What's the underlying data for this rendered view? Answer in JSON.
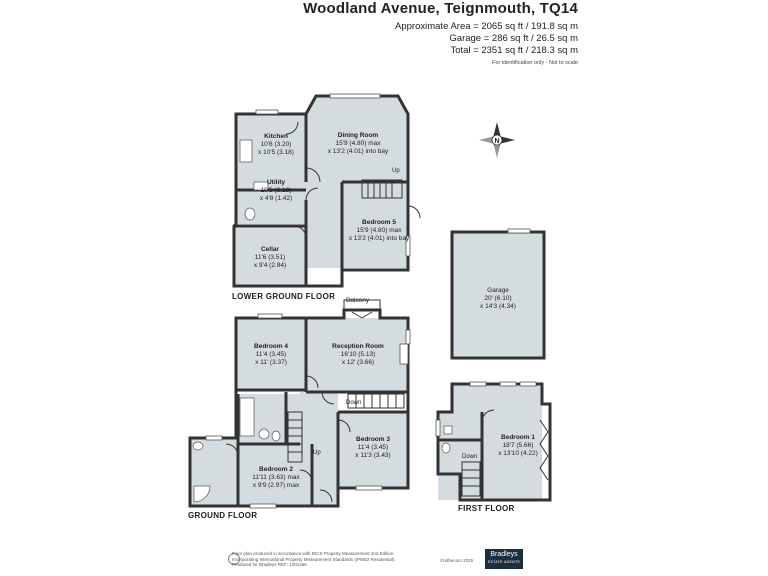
{
  "header": {
    "title": "Woodland Avenue, Teignmouth, TQ14",
    "approx_area": "Approximate Area = 2065 sq ft / 191.8 sq m",
    "garage_area": "Garage = 286 sq ft / 26.5 sq m",
    "total_area": "Total = 2351 sq ft / 218.3 sq m",
    "disclaimer": "For identification only - Not to scale"
  },
  "floors": {
    "lower_ground": "LOWER GROUND FLOOR",
    "ground": "GROUND FLOOR",
    "first": "FIRST FLOOR"
  },
  "rooms": {
    "kitchen": {
      "name": "Kitchen",
      "dim1": "10'6 (3.20)",
      "dim2": "x 10'5 (3.18)"
    },
    "dining": {
      "name": "Dining Room",
      "dim1": "15'9 (4.80) max",
      "dim2": "x 13'2 (4.01) into bay"
    },
    "utility": {
      "name": "Utility",
      "dim1": "10'5 (3.18)",
      "dim2": "x 4'8 (1.42)"
    },
    "bedroom5": {
      "name": "Bedroom 5",
      "dim1": "15'9 (4.80) max",
      "dim2": "x 13'2 (4.01) into bay"
    },
    "cellar": {
      "name": "Cellar",
      "dim1": "11'6 (3.51)",
      "dim2": "x 9'4 (2.84)"
    },
    "garage": {
      "name": "Garage",
      "dim1": "20' (6.10)",
      "dim2": "x 14'3 (4.34)"
    },
    "bedroom4": {
      "name": "Bedroom 4",
      "dim1": "11'4 (3.45)",
      "dim2": "x 11' (3.37)"
    },
    "reception": {
      "name": "Reception Room",
      "dim1": "16'10 (5.13)",
      "dim2": "x 12' (3.66)"
    },
    "bedroom3": {
      "name": "Bedroom 3",
      "dim1": "11'4 (3.45)",
      "dim2": "x 11'3 (3.43)"
    },
    "bedroom2": {
      "name": "Bedroom 2",
      "dim1": "11'11 (3.63) max",
      "dim2": "x 9'9 (2.97) max"
    },
    "bedroom1": {
      "name": "Bedroom 1",
      "dim1": "18'7 (5.66)",
      "dim2": "x 13'10 (4.22)"
    }
  },
  "labels": {
    "balcony": "Balcony",
    "up_lower": "Up",
    "down_ground": "Down",
    "up_ground": "Up",
    "down_first": "Down"
  },
  "footer": {
    "line1": "Floor plan produced in accordance with RICS Property Measurement 2nd Edition,",
    "line2": "Incorporating International Property Measurement Standards (IPMS2 Residential).",
    "line3": "Produced for Bradleys    REF: 1201266",
    "copyright": "©ndhecom 2025",
    "logo": "Bradleys",
    "logo_sub": "ESTATE AGENTS"
  },
  "colors": {
    "room_fill": "#d5dce0",
    "wall": "#333333",
    "logo_bg": "#1c2f3f"
  }
}
